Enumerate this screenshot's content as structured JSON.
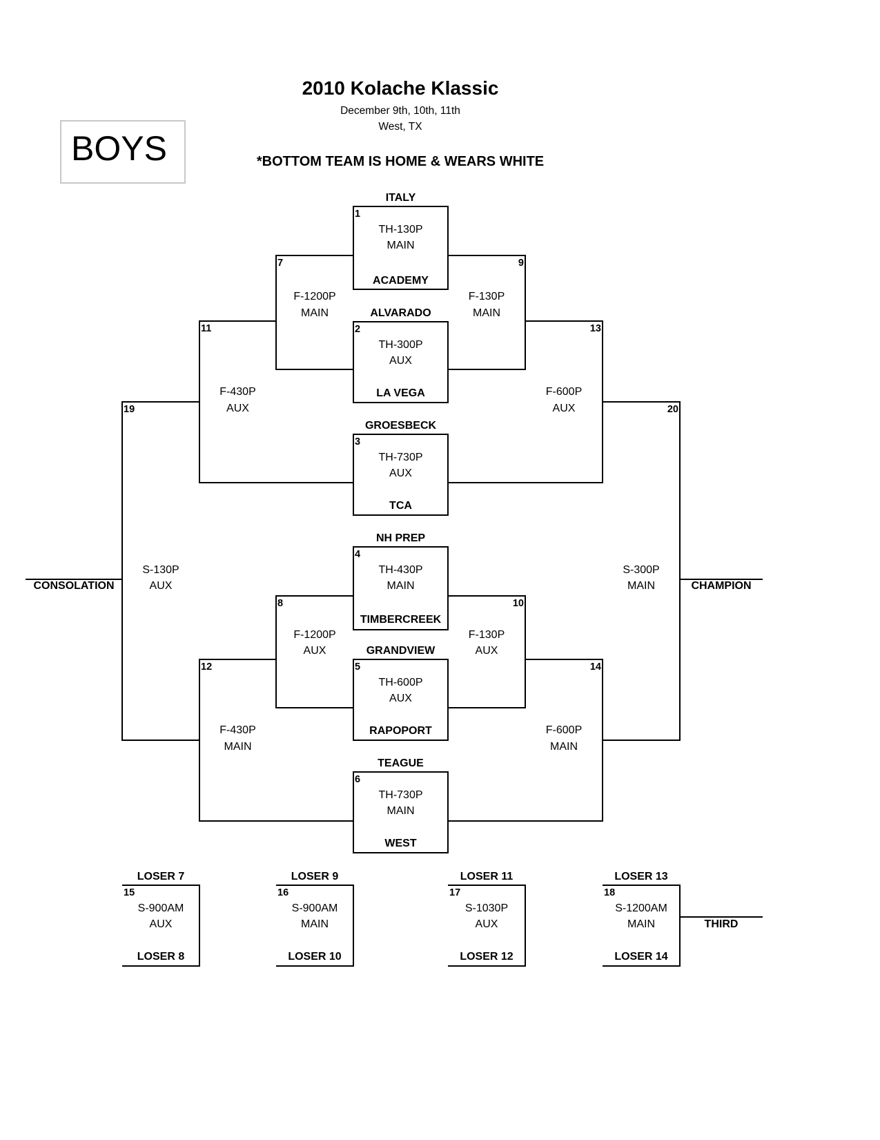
{
  "header": {
    "title": "2010 Kolache Klassic",
    "dates": "December 9th, 10th, 11th",
    "location": "West, TX",
    "division": "BOYS",
    "home_note": "*BOTTOM TEAM IS HOME & WEARS WHITE"
  },
  "games": {
    "g1": {
      "number": "1",
      "top_team": "ITALY",
      "bottom_team": "ACADEMY",
      "time": "TH-130P",
      "court": "MAIN"
    },
    "g2": {
      "number": "2",
      "top_team": "ALVARADO",
      "bottom_team": "LA VEGA",
      "time": "TH-300P",
      "court": "AUX"
    },
    "g3": {
      "number": "3",
      "top_team": "GROESBECK",
      "bottom_team": "TCA",
      "time": "TH-730P",
      "court": "AUX"
    },
    "g4": {
      "number": "4",
      "top_team": "NH PREP",
      "bottom_team": "TIMBERCREEK",
      "time": "TH-430P",
      "court": "MAIN"
    },
    "g5": {
      "number": "5",
      "top_team": "GRANDVIEW",
      "bottom_team": "RAPOPORT",
      "time": "TH-600P",
      "court": "AUX"
    },
    "g6": {
      "number": "6",
      "top_team": "TEAGUE",
      "bottom_team": "WEST",
      "time": "TH-730P",
      "court": "MAIN"
    },
    "g7": {
      "number": "7",
      "time": "F-1200P",
      "court": "MAIN"
    },
    "g8": {
      "number": "8",
      "time": "F-1200P",
      "court": "AUX"
    },
    "g9": {
      "number": "9",
      "time": "F-130P",
      "court": "MAIN"
    },
    "g10": {
      "number": "10",
      "time": "F-130P",
      "court": "AUX"
    },
    "g11": {
      "number": "11",
      "time": "F-430P",
      "court": "AUX"
    },
    "g12": {
      "number": "12",
      "time": "F-430P",
      "court": "MAIN"
    },
    "g13": {
      "number": "13",
      "time": "F-600P",
      "court": "AUX"
    },
    "g14": {
      "number": "14",
      "time": "F-600P",
      "court": "MAIN"
    },
    "g15": {
      "number": "15",
      "top_team": "LOSER 7",
      "bottom_team": "LOSER 8",
      "time": "S-900AM",
      "court": "AUX"
    },
    "g16": {
      "number": "16",
      "top_team": "LOSER 9",
      "bottom_team": "LOSER 10",
      "time": "S-900AM",
      "court": "MAIN"
    },
    "g17": {
      "number": "17",
      "top_team": "LOSER 11",
      "bottom_team": "LOSER 12",
      "time": "S-1030P",
      "court": "AUX"
    },
    "g18": {
      "number": "18",
      "top_team": "LOSER 13",
      "bottom_team": "LOSER 14",
      "time": "S-1200AM",
      "court": "MAIN"
    },
    "g19": {
      "number": "19",
      "time": "S-130P",
      "court": "AUX"
    },
    "g20": {
      "number": "20",
      "time": "S-300P",
      "court": "MAIN"
    }
  },
  "results": {
    "consolation": "CONSOLATION",
    "champion": "CHAMPION",
    "third": "THIRD"
  }
}
